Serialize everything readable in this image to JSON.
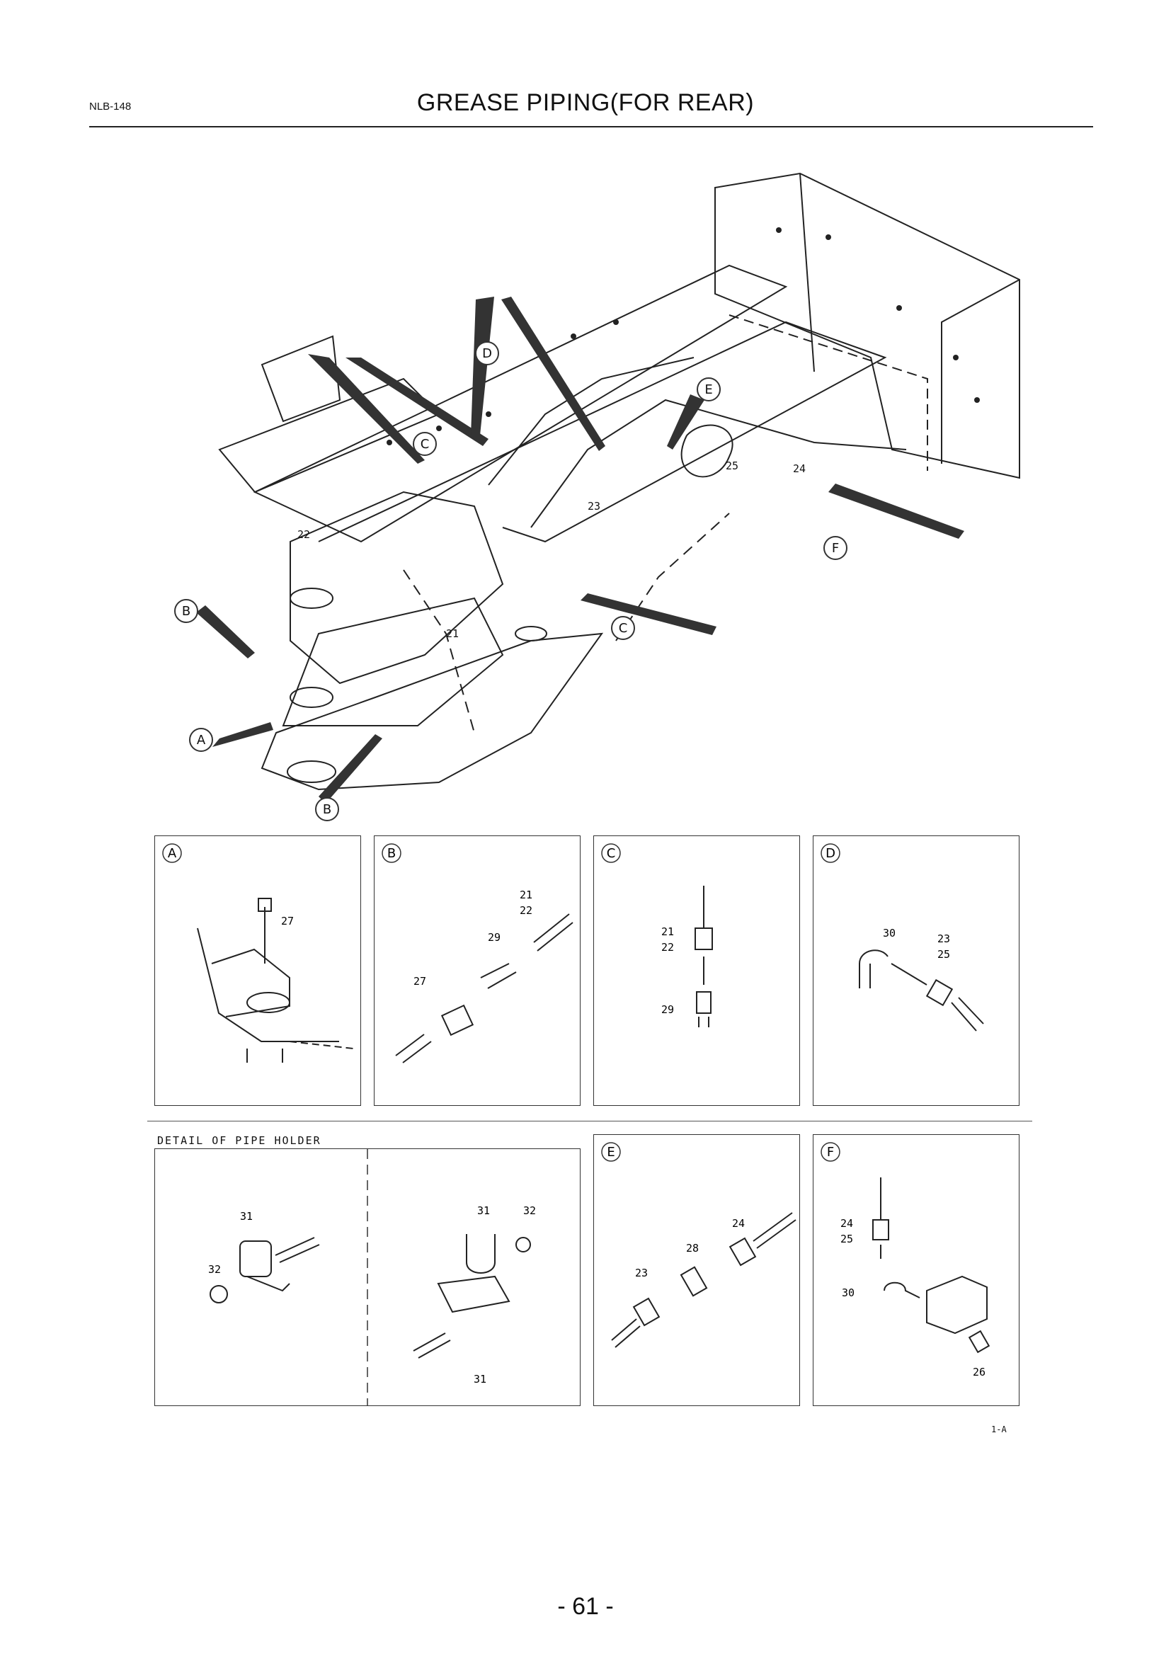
{
  "header": {
    "code": "NLB-148",
    "title": "GREASE PIPING(FOR REAR)"
  },
  "main_drawing": {
    "callouts": [
      "A",
      "B",
      "B",
      "C",
      "C",
      "D",
      "E",
      "F"
    ],
    "part_numbers": [
      "21",
      "22",
      "23",
      "24",
      "25"
    ]
  },
  "detail_panels": [
    {
      "label": "A",
      "parts": [
        "27"
      ]
    },
    {
      "label": "B",
      "parts": [
        "21",
        "22",
        "29",
        "27"
      ]
    },
    {
      "label": "C",
      "parts": [
        "21",
        "22",
        "29"
      ]
    },
    {
      "label": "D",
      "parts": [
        "30",
        "23",
        "25"
      ]
    },
    {
      "label": "E",
      "parts": [
        "24",
        "28",
        "23"
      ]
    },
    {
      "label": "F",
      "parts": [
        "24",
        "25",
        "30",
        "26"
      ]
    }
  ],
  "pipe_holder": {
    "title": "DETAIL OF PIPE HOLDER",
    "left_parts": [
      "31",
      "32"
    ],
    "right_parts": [
      "31",
      "32",
      "31"
    ]
  },
  "footer": {
    "figure_code": "1-A",
    "page_number": "- 61 -"
  }
}
